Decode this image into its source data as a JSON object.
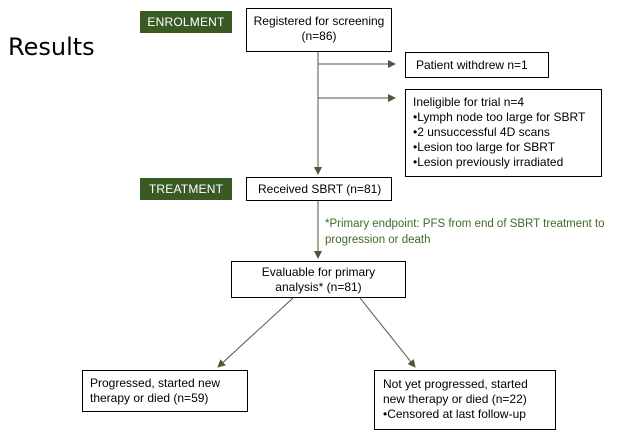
{
  "page": {
    "title": "Results"
  },
  "stages": {
    "enrolment": "ENROLMENT",
    "treatment": "TREATMENT"
  },
  "boxes": {
    "registered": {
      "line1": "Registered for screening",
      "line2": "(n=86)"
    },
    "withdrew": {
      "text": "Patient withdrew  n=1"
    },
    "ineligible": {
      "title": "Ineligible for trial n=4",
      "items": [
        "Lymph node too large for SBRT",
        "2 unsuccessful 4D scans",
        "Lesion too large for SBRT",
        "Lesion previously irradiated"
      ]
    },
    "received": {
      "text": "Received SBRT (n=81)"
    },
    "evaluable": {
      "line1": "Evaluable for primary",
      "line2": "analysis* (n=81)"
    },
    "progressed": {
      "line1": "Progressed, started new",
      "line2": "therapy or died  (n=59)"
    },
    "not_progressed": {
      "line1": "Not yet progressed, started",
      "line2": "new therapy or died  (n=22)",
      "bullet": "Censored at last follow-up"
    }
  },
  "note": {
    "line1": "*Primary endpoint: PFS from end of SBRT treatment to",
    "line2": "progression or death"
  }
}
